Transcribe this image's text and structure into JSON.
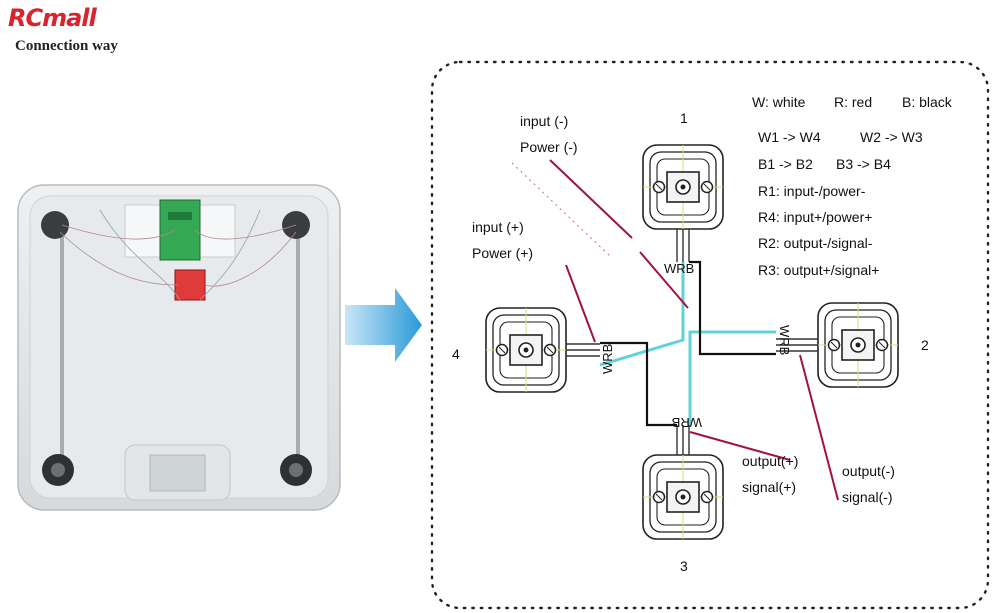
{
  "brand": {
    "logo_text": "RCmall",
    "subtitle": "Connection way"
  },
  "colors": {
    "brand_red": "#d9232d",
    "wire_white": "#5fd3d9",
    "wire_red": "#a0143c",
    "wire_black": "#111111"
  },
  "icons": {
    "arrow": "arrow-right-icon"
  },
  "legend": {
    "white": "W: white",
    "red": "R: red",
    "black": "B: black",
    "lines": [
      "W1 -> W4",
      "W2 -> W3",
      "B1 -> B2",
      "B3 -> B4",
      "R1: input-/power-",
      "R4: input+/power+",
      "R2: output-/signal-",
      "R3: output+/signal+"
    ]
  },
  "sensors": {
    "s1": "1",
    "s2": "2",
    "s3": "3",
    "s4": "4",
    "wrb": "WRB"
  },
  "callouts": {
    "input_neg": "input (-)",
    "power_neg": "Power (-)",
    "input_pos": "input (+)",
    "power_pos": "Power (+)",
    "output_pos": "output(+)",
    "signal_pos": "signal(+)",
    "output_neg": "output(-)",
    "signal_neg": "signal(-)"
  }
}
